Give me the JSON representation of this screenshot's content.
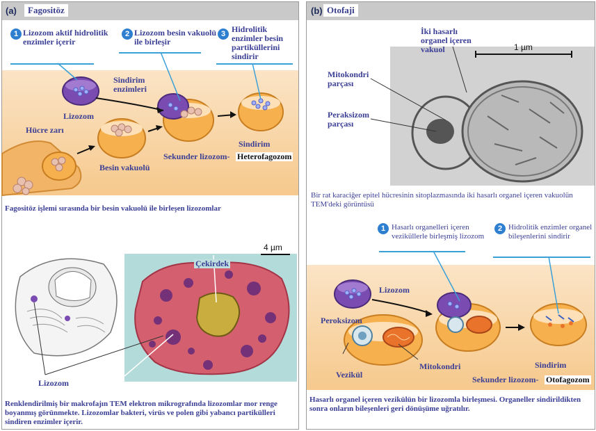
{
  "panel_a": {
    "tag": "(a)",
    "title": "Fagositöz",
    "steps": [
      {
        "num": "1",
        "text": "Lizozom aktif hidrolitik enzimler içerir"
      },
      {
        "num": "2",
        "text": "Lizozom besin vakuolü ile birleşir"
      },
      {
        "num": "3",
        "text": "Hidrolitik enzimler besin partiküllerini sindirir"
      }
    ],
    "labels": {
      "lizozom": "Lizozom",
      "sindirim_enzimleri": "Sindirim enzimleri",
      "hucre_zari": "Hücre zarı",
      "besin_vakuolu": "Besin vakuolü",
      "sindirim": "Sindirim",
      "sekunder": "Sekunder lizozom-",
      "heterofagozom": "Heterofagozom"
    },
    "caption1": "Fagositöz işlemi sırasında bir besin vakuolü ile birleşen lizozomlar",
    "micro_labels": {
      "cekirdek": "Çekirdek",
      "scale": "4 µm",
      "lizozom": "Lizozom"
    },
    "caption2": "Renklendirilmiş bir makrofajın TEM elektron mikrografında lizozomlar mor renge boyanmış görünmekte. Lizozomlar bakteri, virüs ve polen gibi yabancı partikülleri sindiren enzimler içerir."
  },
  "panel_b": {
    "tag": "(b)",
    "title": "Otofaji",
    "tem_labels": {
      "vakuol": "İki hasarlı organel içeren vakuol",
      "scale": "1 µm",
      "mitokondri_parcasi": "Mitokondri parçası",
      "peroksizom_parcasi": "Peraksizom parçası"
    },
    "caption1": "Bir rat karaciğer epitel hücresinin sitoplazmasında iki hasarlı organel içeren vakuolün TEM'deki görüntüsü",
    "steps": [
      {
        "num": "1",
        "text": "Hasarlı organelleri içeren veziküllerle birleşmiş lizozom"
      },
      {
        "num": "2",
        "text": "Hidrolitik enzimler organel bileşenlerini sindirir"
      }
    ],
    "labels": {
      "lizozom": "Lizozom",
      "peroksizom": "Peroksizom",
      "vezikul": "Vezikül",
      "mitokondri": "Mitokondri",
      "sindirim": "Sindirim",
      "sekunder": "Sekunder lizozom-",
      "otofagozom": "Otofagozom"
    },
    "caption2": "Hasarlı organel içeren vezikülün bir lizozomla birleşmesi. Organeller sindirildikten sonra onların bileşenleri geri dönüşüme uğratılır."
  },
  "colors": {
    "step_blue": "#2f7fd1",
    "label_blue": "#3b3f95",
    "lysosome_purple": "#6b3fa0",
    "vacuole_orange": "#f0a23c"
  }
}
